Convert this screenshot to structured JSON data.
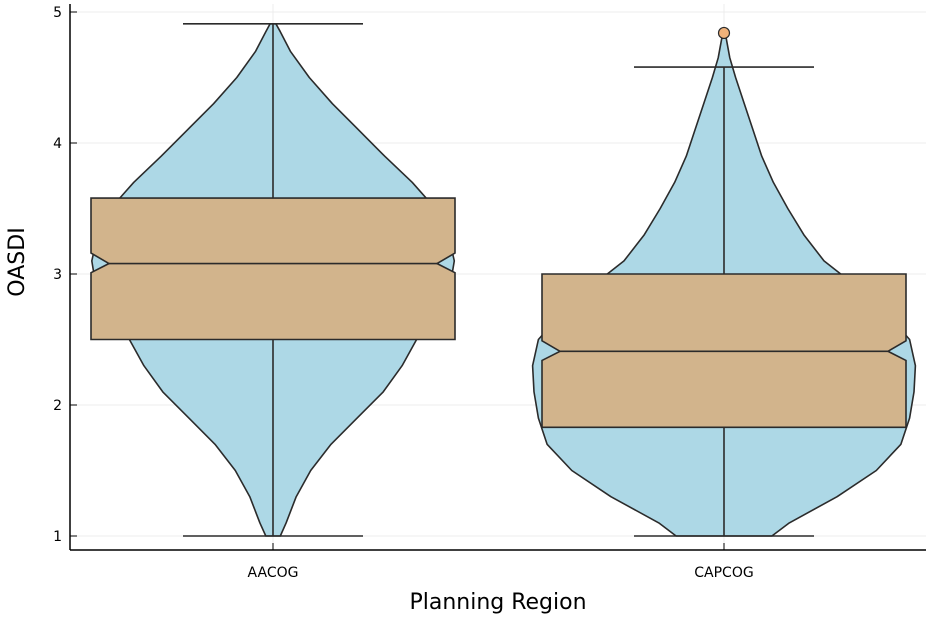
{
  "chart_data": {
    "type": "violin",
    "xlabel": "Planning Region",
    "ylabel": "OASDI",
    "ylim": [
      0.9,
      5.05
    ],
    "yticks": [
      1,
      2,
      3,
      4,
      5
    ],
    "grid": true,
    "colors": {
      "violin_fill": "#add8e6",
      "box_fill": "#d2b48c",
      "outlier_fill": "#f0b27a",
      "stroke": "#2b2b2b",
      "grid": "#ececec"
    },
    "groups": [
      {
        "category": "AACOG",
        "whisker_low": 1.0,
        "q1": 2.5,
        "notch_low": 3.01,
        "median": 3.08,
        "notch_high": 3.16,
        "q3": 3.58,
        "whisker_high": 4.91,
        "outliers": [],
        "density": [
          [
            1.0,
            0.05
          ],
          [
            1.1,
            0.09
          ],
          [
            1.3,
            0.16
          ],
          [
            1.5,
            0.26
          ],
          [
            1.7,
            0.4
          ],
          [
            1.9,
            0.58
          ],
          [
            2.1,
            0.76
          ],
          [
            2.3,
            0.89
          ],
          [
            2.5,
            0.99
          ],
          [
            2.7,
            1.12
          ],
          [
            2.9,
            1.22
          ],
          [
            3.1,
            1.25
          ],
          [
            3.3,
            1.21
          ],
          [
            3.5,
            1.12
          ],
          [
            3.7,
            0.96
          ],
          [
            3.9,
            0.77
          ],
          [
            4.1,
            0.59
          ],
          [
            4.3,
            0.41
          ],
          [
            4.5,
            0.25
          ],
          [
            4.7,
            0.12
          ],
          [
            4.85,
            0.05
          ],
          [
            4.91,
            0.02
          ]
        ]
      },
      {
        "category": "CAPCOG",
        "whisker_low": 1.0,
        "q1": 1.83,
        "notch_low": 2.34,
        "median": 2.41,
        "notch_high": 2.49,
        "q3": 3.0,
        "whisker_high": 4.58,
        "outliers": [
          4.84
        ],
        "density": [
          [
            1.0,
            0.33
          ],
          [
            1.1,
            0.45
          ],
          [
            1.3,
            0.78
          ],
          [
            1.5,
            1.05
          ],
          [
            1.7,
            1.22
          ],
          [
            1.9,
            1.28
          ],
          [
            2.1,
            1.31
          ],
          [
            2.3,
            1.32
          ],
          [
            2.5,
            1.28
          ],
          [
            2.7,
            1.12
          ],
          [
            2.9,
            0.92
          ],
          [
            3.1,
            0.69
          ],
          [
            3.3,
            0.55
          ],
          [
            3.5,
            0.44
          ],
          [
            3.7,
            0.34
          ],
          [
            3.9,
            0.26
          ],
          [
            4.1,
            0.2
          ],
          [
            4.3,
            0.14
          ],
          [
            4.5,
            0.08
          ],
          [
            4.65,
            0.04
          ],
          [
            4.8,
            0.015
          ]
        ]
      }
    ]
  }
}
